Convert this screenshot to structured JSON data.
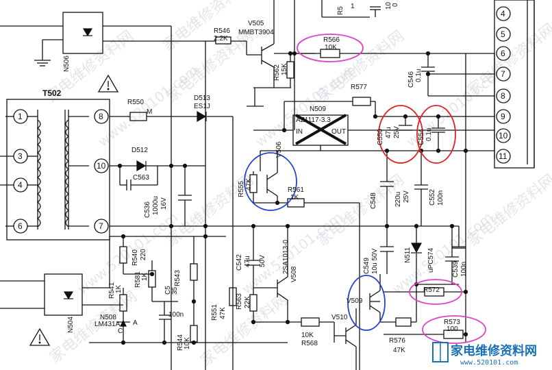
{
  "components": {
    "transformer": "T502",
    "opto_top": "N506",
    "opto_bottom": "N504",
    "r546": "R546",
    "r546_val": "2.2K",
    "v505": "V505",
    "v505_part": "MMBT3904",
    "r566": "R566",
    "r566_val": "10K",
    "r562": "R562",
    "r562_val": "15K",
    "r550": "R550",
    "r550_mark": "M",
    "d513": "D513",
    "d513_part": "ES1J",
    "d512": "D512",
    "c563": "C563",
    "c536": "C536",
    "c536_val1": "1000u",
    "c536_val2": "16V",
    "r577": "R577",
    "n509": "N509",
    "n509_part": "AZ1117-3.3",
    "n509_in": "IN",
    "n509_out": "OUT",
    "c546": "C546",
    "c546_val": "0.1u",
    "c550": "C550",
    "c550_val1": "47u",
    "c550_val2": "25V",
    "c554": "C554",
    "c554_val": "0.1u",
    "v506": "V506",
    "r555": "R555",
    "r555_val": "47K",
    "r561": "R561",
    "r561_val": "1K",
    "c548": "C548",
    "c548_val1": "220u",
    "c548_val2": "25V",
    "c552": "C552",
    "c552_val": "100n",
    "r540": "R540",
    "r540_val": "220",
    "r581": "R581",
    "r581_val": "1K",
    "r543": "R543",
    "c5": "C5",
    "c5_val": "35",
    "c5_val2": "100n",
    "r541": "R541",
    "r541_val": "1K",
    "c542": "C542",
    "c542_val1": "47u",
    "c542_val2": "50V",
    "v508": "V508",
    "v508_part": "2SA1013-0",
    "c549": "C549",
    "c549_val": "10u 50V",
    "n511": "N511",
    "upc574": "uPC574",
    "c539": "C539",
    "c539_val": "100n",
    "v509": "V509",
    "r572": "R572",
    "v510": "V510",
    "r563": "R563",
    "r563_val": "22K",
    "r551": "R551",
    "r551_val": "47K",
    "r568": "R568",
    "r568_val": "10K",
    "r573": "R573",
    "r573_val": "100",
    "r576": "R576",
    "r576_val": "47K",
    "n508": "N508",
    "n508_part": "LM431A",
    "n508_c": "C",
    "n508_a": "A",
    "r544": "R544",
    "r544_val": "10K",
    "r5_top": "R5",
    "top_val": "10",
    "top_val2": "0",
    "top_pin_1": "1"
  },
  "transformer_pins": [
    "1",
    "3",
    "4",
    "6",
    "8",
    "10",
    "7"
  ],
  "connector_pins": [
    "4",
    "5",
    "6",
    "7",
    "8",
    "9",
    "10",
    "11"
  ],
  "watermark": {
    "text": "家电维修资料网",
    "url": "www.520101.com"
  },
  "logo": {
    "text": "家电维修资料网",
    "url": "www.520101.com"
  },
  "colors": {
    "magenta": "#e040c8",
    "red": "#e02020",
    "blue": "#2040d0",
    "wire": "#111111"
  }
}
